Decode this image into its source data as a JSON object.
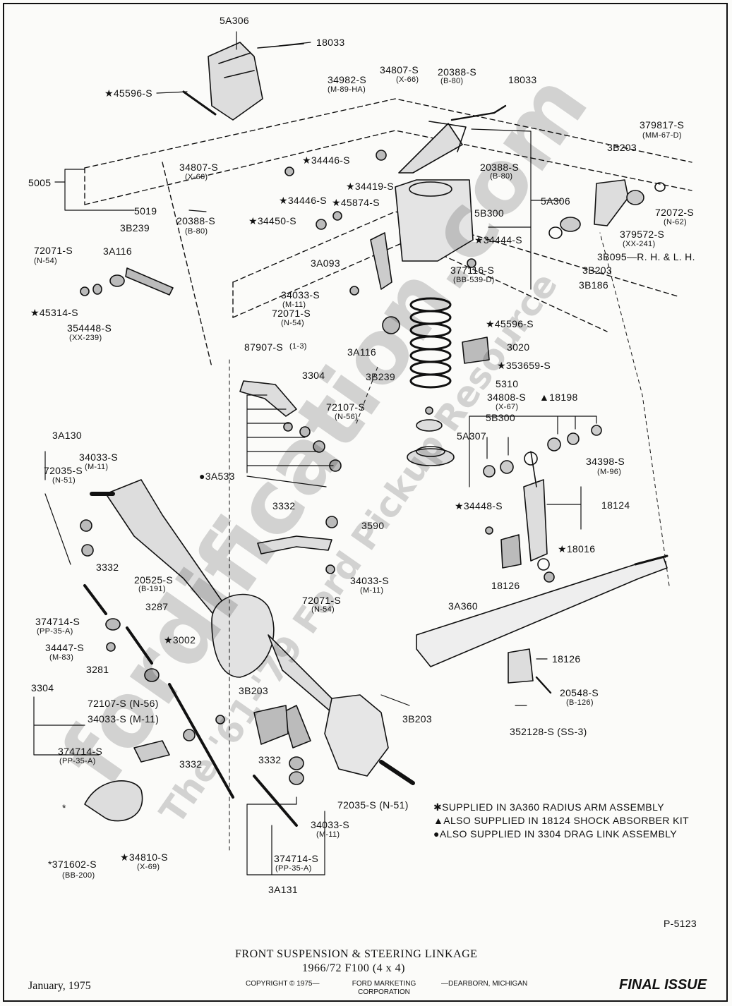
{
  "watermark": {
    "main": "fordification.com",
    "sub": "The '61-'79 Ford Pickup Resource"
  },
  "callouts": [
    {
      "id": "5a306-top",
      "text": "5A306"
    },
    {
      "id": "18033-top",
      "text": "18033"
    },
    {
      "id": "45596-s-top",
      "text": "★45596-S"
    },
    {
      "id": "34807-s-top",
      "text": "34807-S"
    },
    {
      "id": "34807-s-top-sub",
      "text": "(X-66)"
    },
    {
      "id": "34982-s",
      "text": "34982-S"
    },
    {
      "id": "34982-s-sub",
      "text": "(M-89-HA)"
    },
    {
      "id": "20388-s-top",
      "text": "20388-S"
    },
    {
      "id": "20388-s-top-sub",
      "text": "(B-80)"
    },
    {
      "id": "18033-right",
      "text": "18033"
    },
    {
      "id": "379817-s",
      "text": "379817-S"
    },
    {
      "id": "379817-s-sub",
      "text": "(MM-67-D)"
    },
    {
      "id": "3b203-right",
      "text": "3B203"
    },
    {
      "id": "5005",
      "text": "5005"
    },
    {
      "id": "34807-s-left",
      "text": "34807-S"
    },
    {
      "id": "34807-s-left-sub",
      "text": "(X-66)"
    },
    {
      "id": "34446-s-a",
      "text": "★34446-S"
    },
    {
      "id": "20388-s-mid",
      "text": "20388-S"
    },
    {
      "id": "20388-s-mid-sub",
      "text": "(B-80)"
    },
    {
      "id": "34419-s",
      "text": "★34419-S"
    },
    {
      "id": "34446-s-b",
      "text": "★34446-S"
    },
    {
      "id": "45874-s",
      "text": "★45874-S"
    },
    {
      "id": "5019",
      "text": "5019"
    },
    {
      "id": "5a306-mid",
      "text": "5A306"
    },
    {
      "id": "72072-s",
      "text": "72072-S"
    },
    {
      "id": "72072-s-sub",
      "text": "(N-62)"
    },
    {
      "id": "20388-s-low",
      "text": "20388-S"
    },
    {
      "id": "20388-s-low-sub",
      "text": "(B-80)"
    },
    {
      "id": "34450-s",
      "text": "★34450-S"
    },
    {
      "id": "5b300-top",
      "text": "5B300"
    },
    {
      "id": "379572-s",
      "text": "379572-S"
    },
    {
      "id": "379572-s-sub",
      "text": "(XX-241)"
    },
    {
      "id": "3b239-top",
      "text": "3B239"
    },
    {
      "id": "34444-s",
      "text": "★34444-S"
    },
    {
      "id": "3b095",
      "text": "3B095—R. H. & L. H."
    },
    {
      "id": "72071-s-left",
      "text": "72071-S"
    },
    {
      "id": "72071-s-left-sub",
      "text": "(N-54)"
    },
    {
      "id": "3a116-top",
      "text": "3A116"
    },
    {
      "id": "3a093",
      "text": "3A093"
    },
    {
      "id": "377116-s",
      "text": "377116-S"
    },
    {
      "id": "377116-s-sub",
      "text": "(BB-539-D)"
    },
    {
      "id": "3b203-mid",
      "text": "3B203"
    },
    {
      "id": "3b186",
      "text": "3B186"
    },
    {
      "id": "34033-s-top",
      "text": "34033-S"
    },
    {
      "id": "34033-s-top-sub",
      "text": "(M-11)"
    },
    {
      "id": "45314-s",
      "text": "★45314-S"
    },
    {
      "id": "72071-s-mid",
      "text": "72071-S"
    },
    {
      "id": "72071-s-mid-sub",
      "text": "(N-54)"
    },
    {
      "id": "354448-s",
      "text": "354448-S"
    },
    {
      "id": "354448-s-sub",
      "text": "(XX-239)"
    },
    {
      "id": "45596-s-mid",
      "text": "★45596-S"
    },
    {
      "id": "87907-s",
      "text": "87907-S"
    },
    {
      "id": "87907-s-sub",
      "text": "(1-3)"
    },
    {
      "id": "3020",
      "text": "3020"
    },
    {
      "id": "3a116-mid",
      "text": "3A116"
    },
    {
      "id": "353659-s",
      "text": "★353659-S"
    },
    {
      "id": "3304-top",
      "text": "3304"
    },
    {
      "id": "3b239-mid",
      "text": "3B239"
    },
    {
      "id": "5310",
      "text": "5310"
    },
    {
      "id": "34808-s",
      "text": "34808-S"
    },
    {
      "id": "34808-s-sub",
      "text": "(X-67)"
    },
    {
      "id": "18198",
      "text": "▲18198"
    },
    {
      "id": "72107-s-top",
      "text": "72107-S"
    },
    {
      "id": "72107-s-top-sub",
      "text": "(N-56)"
    },
    {
      "id": "5b300-mid",
      "text": "5B300"
    },
    {
      "id": "3a130",
      "text": "3A130"
    },
    {
      "id": "34033-s-left",
      "text": "34033-S"
    },
    {
      "id": "34033-s-left-sub",
      "text": "(M-11)"
    },
    {
      "id": "5a307",
      "text": "5A307"
    },
    {
      "id": "72035-s-left",
      "text": "72035-S"
    },
    {
      "id": "72035-s-left-sub",
      "text": "(N-51)"
    },
    {
      "id": "3a533",
      "text": "●3A533"
    },
    {
      "id": "34398-s",
      "text": "34398-S"
    },
    {
      "id": "34398-s-sub",
      "text": "(M-96)"
    },
    {
      "id": "3332-mid",
      "text": "3332"
    },
    {
      "id": "34448-s",
      "text": "★34448-S"
    },
    {
      "id": "18124",
      "text": "18124"
    },
    {
      "id": "3590",
      "text": "3590"
    },
    {
      "id": "3332-left",
      "text": "3332"
    },
    {
      "id": "18016",
      "text": "★18016"
    },
    {
      "id": "20525-s",
      "text": "20525-S"
    },
    {
      "id": "20525-s-sub",
      "text": "(B-191)"
    },
    {
      "id": "34033-s-midc",
      "text": "34033-S"
    },
    {
      "id": "34033-s-midc-sub",
      "text": "(M-11)"
    },
    {
      "id": "18126-mid",
      "text": "18126"
    },
    {
      "id": "72071-s-low",
      "text": "72071-S"
    },
    {
      "id": "72071-s-low-sub",
      "text": "(N-54)"
    },
    {
      "id": "3287",
      "text": "3287"
    },
    {
      "id": "374714-s-left",
      "text": "374714-S"
    },
    {
      "id": "374714-s-left-sub",
      "text": "(PP-35-A)"
    },
    {
      "id": "3a360",
      "text": "3A360"
    },
    {
      "id": "3002",
      "text": "★3002"
    },
    {
      "id": "34447-s",
      "text": "34447-S"
    },
    {
      "id": "34447-s-sub",
      "text": "(M-83)"
    },
    {
      "id": "18126-low",
      "text": "18126"
    },
    {
      "id": "3281",
      "text": "3281"
    },
    {
      "id": "3304-low",
      "text": "3304"
    },
    {
      "id": "3b203-low",
      "text": "3B203"
    },
    {
      "id": "20548-s",
      "text": "20548-S"
    },
    {
      "id": "20548-s-sub",
      "text": "(B-126)"
    },
    {
      "id": "72107-s-low",
      "text": "72107-S (N-56)"
    },
    {
      "id": "34033-s-low",
      "text": "34033-S (M-11)"
    },
    {
      "id": "3b203-low2",
      "text": "3B203"
    },
    {
      "id": "352128-s",
      "text": "352128-S  (SS-3)"
    },
    {
      "id": "374714-s-mid",
      "text": "374714-S"
    },
    {
      "id": "374714-s-mid-sub",
      "text": "(PP-35-A)"
    },
    {
      "id": "3332-low",
      "text": "3332"
    },
    {
      "id": "3332-low2",
      "text": "3332"
    },
    {
      "id": "72035-s-low",
      "text": "72035-S (N-51)"
    },
    {
      "id": "star-radius",
      "text": "*"
    },
    {
      "id": "34033-s-bot",
      "text": "34033-S"
    },
    {
      "id": "34033-s-bot-sub",
      "text": "(M-11)"
    },
    {
      "id": "371602-s",
      "text": "*371602-S"
    },
    {
      "id": "371602-s-sub",
      "text": "(BB-200)"
    },
    {
      "id": "34810-s",
      "text": "★34810-S"
    },
    {
      "id": "34810-s-sub",
      "text": "(X-69)"
    },
    {
      "id": "374714-s-bot",
      "text": "374714-S"
    },
    {
      "id": "374714-s-bot-sub",
      "text": "(PP-35-A)"
    },
    {
      "id": "3a131",
      "text": "3A131"
    },
    {
      "id": "p-5123",
      "text": "P-5123"
    }
  ],
  "notes": [
    "✱SUPPLIED IN 3A360 RADIUS ARM ASSEMBLY",
    "▲ALSO SUPPLIED IN 18124 SHOCK ABSORBER KIT",
    "●ALSO SUPPLIED IN 3304 DRAG LINK ASSEMBLY"
  ],
  "caption": {
    "line1": "FRONT SUSPENSION & STEERING LINKAGE",
    "line2": "1966/72  F100 (4 x 4)"
  },
  "footer": {
    "date": "January, 1975",
    "copyright": "COPYRIGHT © 1975—",
    "company_line1": "FORD MARKETING",
    "company_line2": "CORPORATION",
    "location": "—DEARBORN, MICHIGAN",
    "status": "FINAL ISSUE"
  }
}
